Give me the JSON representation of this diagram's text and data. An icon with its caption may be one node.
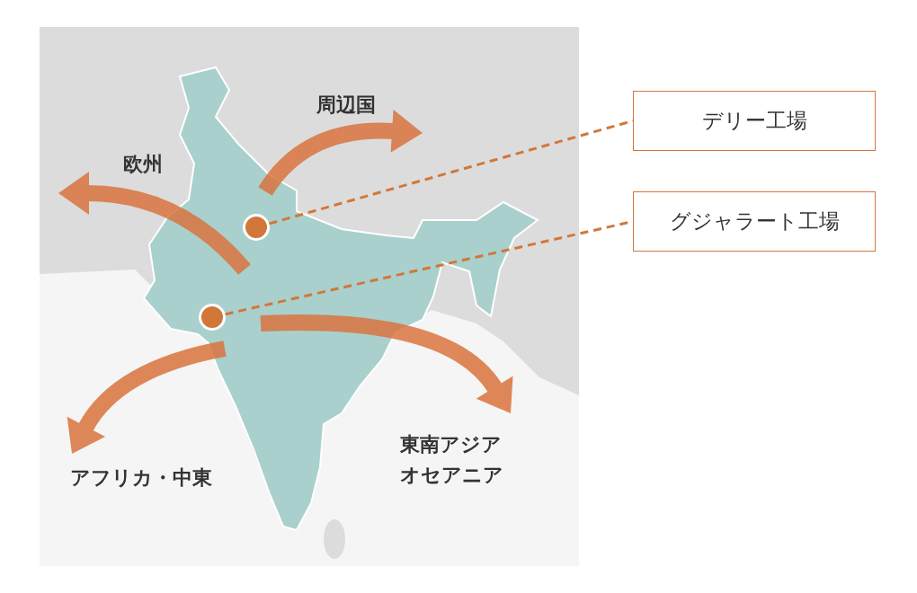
{
  "diagram": {
    "nodes": [
      {
        "text": [],
        "shape": "picture"
      },
      {
        "text": [],
        "shape": "circle",
        "in": 0
      },
      {
        "text": [],
        "shape": "circle",
        "in": 0
      },
      {
        "text": [
          "デリー工場"
        ]
      },
      {
        "text": [
          "グジャラート工場"
        ]
      }
    ],
    "edges": [
      {
        "from": 1,
        "to": 3,
        "arrow": "none",
        "style": "dashed",
        "color": "#d2773a"
      },
      {
        "from": 2,
        "to": 4,
        "arrow": "none",
        "style": "dashed",
        "color": "#d2773a"
      }
    ],
    "labels": [
      "周辺国",
      "欧州",
      "東南アジアオセアニア",
      "アフリカ・中東"
    ]
  }
}
